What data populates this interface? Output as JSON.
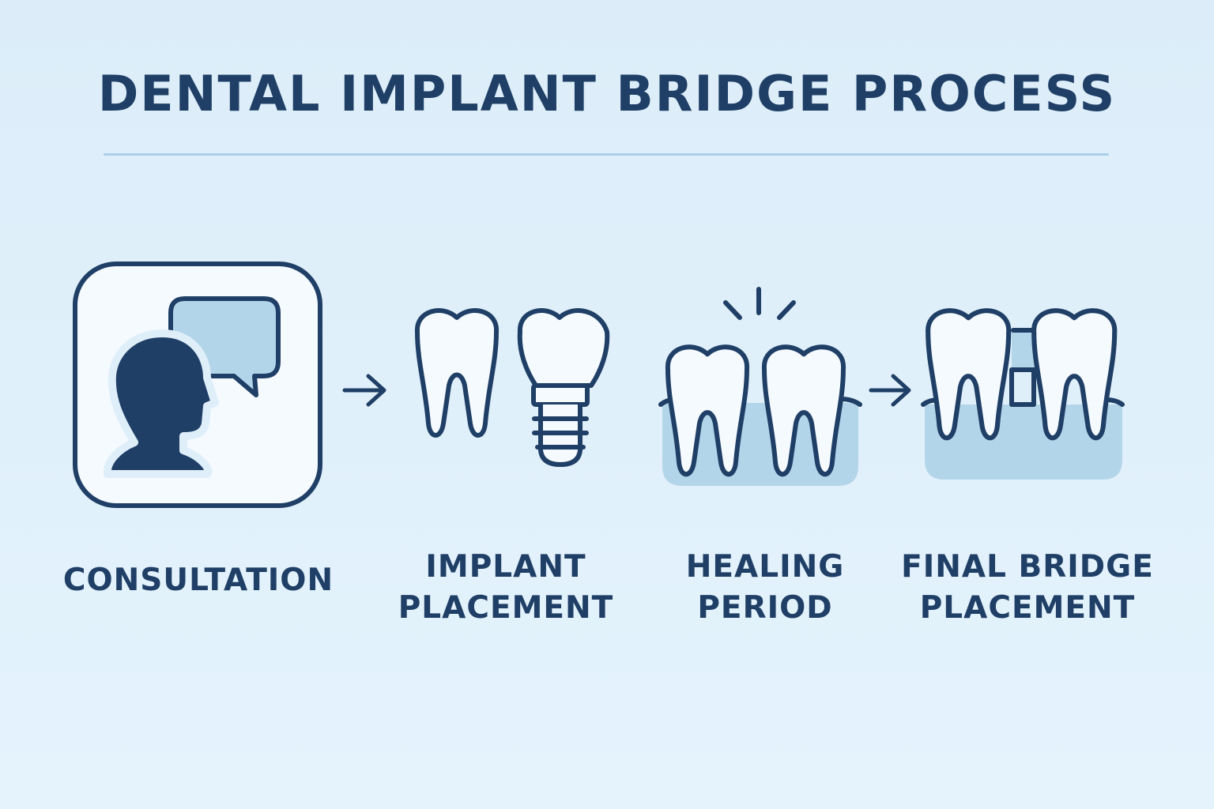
{
  "title": "DENTAL IMPLANT BRIDGE PROCESS",
  "colors": {
    "primary": "#1f3f66",
    "accent": "#b3d5ea",
    "tooth": "#f5faff",
    "background": "#dfeffa"
  },
  "steps": [
    {
      "line1": "CONSULTATION",
      "line2": "",
      "icon": "consultation-head-speech-icon"
    },
    {
      "line1": "IMPLANT",
      "line2": "PLACEMENT",
      "icon": "tooth-and-implant-icon"
    },
    {
      "line1": "HEALING",
      "line2": "PERIOD",
      "icon": "healing-teeth-icon"
    },
    {
      "line1": "FINAL BRIDGE",
      "line2": "PLACEMENT",
      "icon": "bridge-teeth-icon"
    }
  ]
}
